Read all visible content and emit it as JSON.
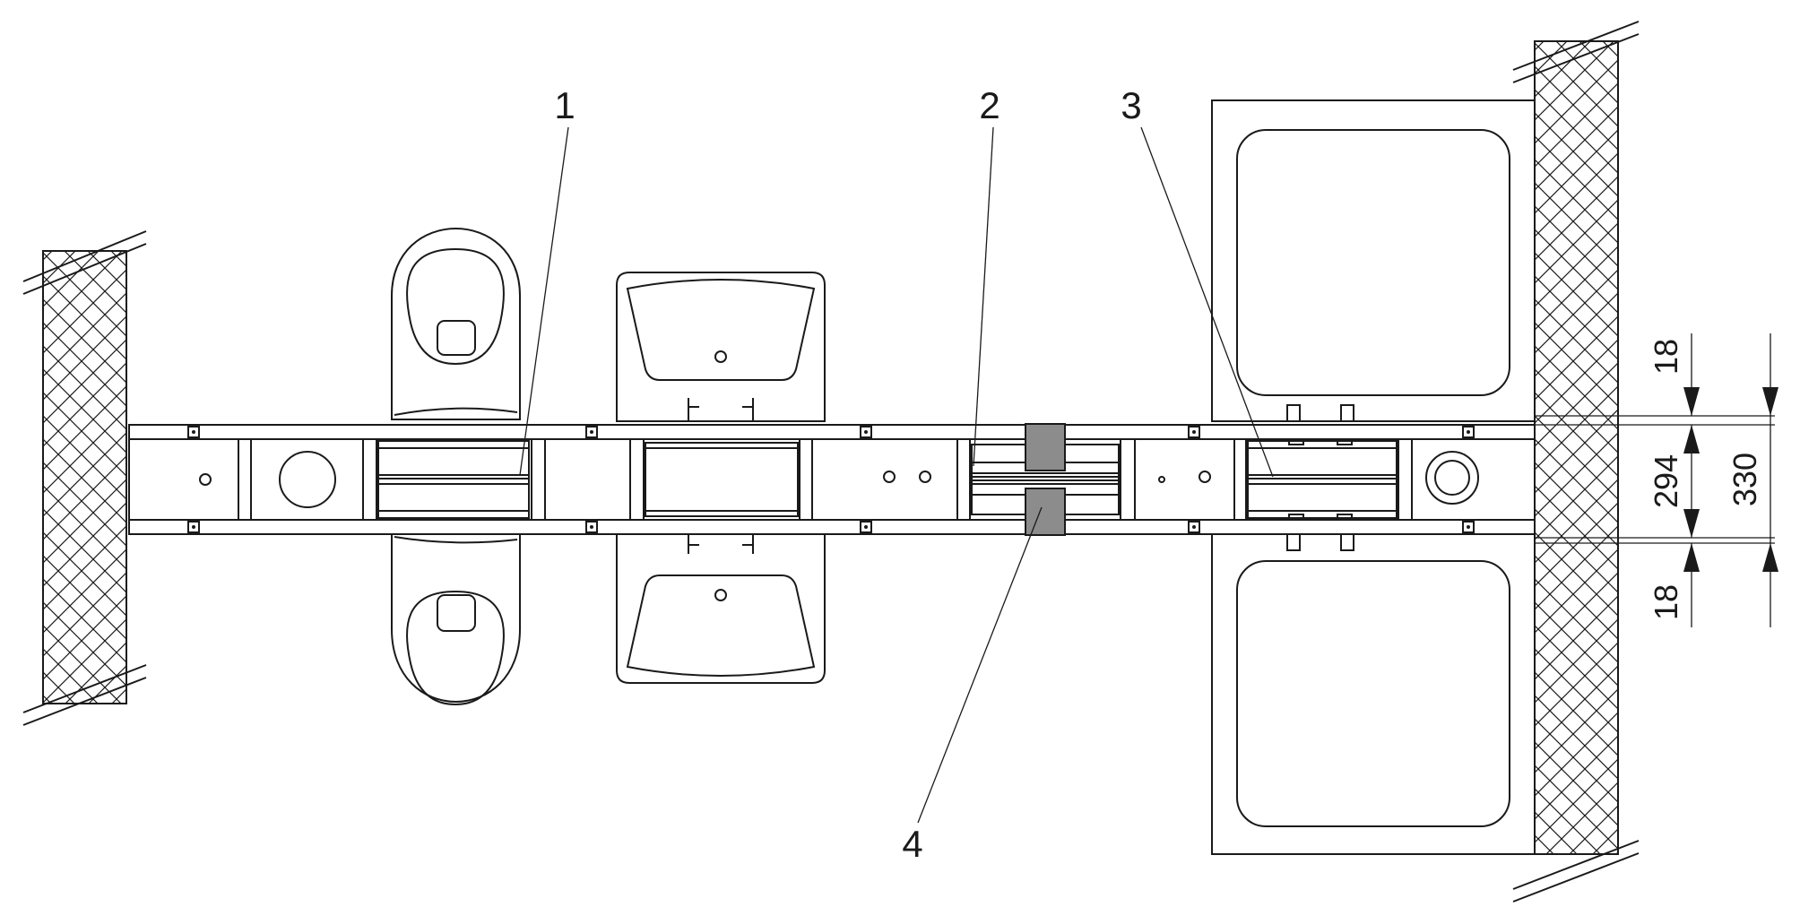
{
  "callouts": [
    "1",
    "2",
    "3",
    "4"
  ],
  "dimensions": {
    "top_panel": "18",
    "bottom_panel": "18",
    "inner": "294",
    "overall": "330"
  },
  "colors": {
    "line": "#1a1a1a",
    "connector_block": "#8c8c8c",
    "background": "#ffffff"
  },
  "components": [
    "wall-hung-toilet",
    "washbasin",
    "shower-tray",
    "floor-drain",
    "mounting-frame",
    "wall"
  ]
}
